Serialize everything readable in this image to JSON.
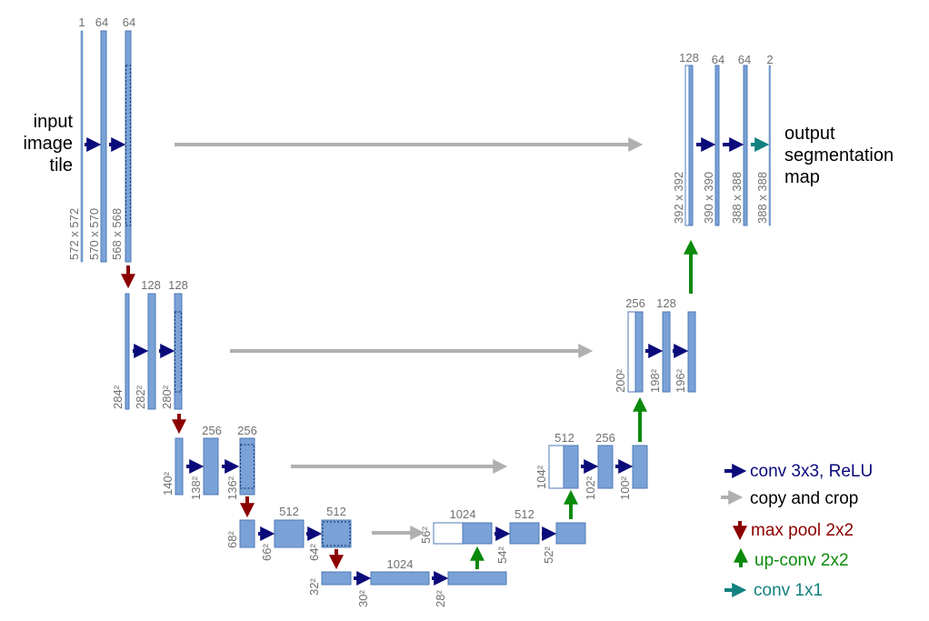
{
  "labels": {
    "input": [
      "input",
      "image",
      "tile"
    ],
    "output": [
      "output",
      "segmentation",
      "map"
    ]
  },
  "channels": {
    "c1": "1",
    "c64a": "64",
    "c64b": "64",
    "c128a": "128",
    "c128b": "128",
    "c256a": "256",
    "c256b": "256",
    "c512a": "512",
    "c512b": "512",
    "c1024a": "1024",
    "c1024b": "1024",
    "u512": "512",
    "u256a": "512",
    "u256b": "256",
    "u128a": "256",
    "u128b": "128",
    "u64a": "128",
    "u64b": "64",
    "u64c": "64",
    "out2": "2"
  },
  "sizes": {
    "s572": "572 x 572",
    "s570": "570 x 570",
    "s568": "568 x 568",
    "s284": "284²",
    "s282": "282²",
    "s280": "280²",
    "s140": "140²",
    "s138": "138²",
    "s136": "136²",
    "s68": "68²",
    "s66": "66²",
    "s64": "64²",
    "s32": "32²",
    "s30": "30²",
    "s28": "28²",
    "s56": "56²",
    "s54": "54²",
    "s52": "52²",
    "s104": "104²",
    "s102": "102²",
    "s100": "100²",
    "s200": "200²",
    "s198": "198²",
    "s196": "196²",
    "s392": "392 x 392",
    "s390": "390 x 390",
    "s388a": "388 x 388",
    "s388b": "388 x 388"
  },
  "legend": {
    "conv": "conv 3x3, ReLU",
    "copy": "copy and crop",
    "pool": "max pool 2x2",
    "up": "up-conv 2x2",
    "conv1": "conv 1x1"
  },
  "colors": {
    "block": "#7aa2d6",
    "block_stroke": "#4f7ab8",
    "conv": "#0a0a7a",
    "copy": "#b0b0b0",
    "pool": "#8b0000",
    "up": "#0a8a0a",
    "conv1": "#138080"
  }
}
